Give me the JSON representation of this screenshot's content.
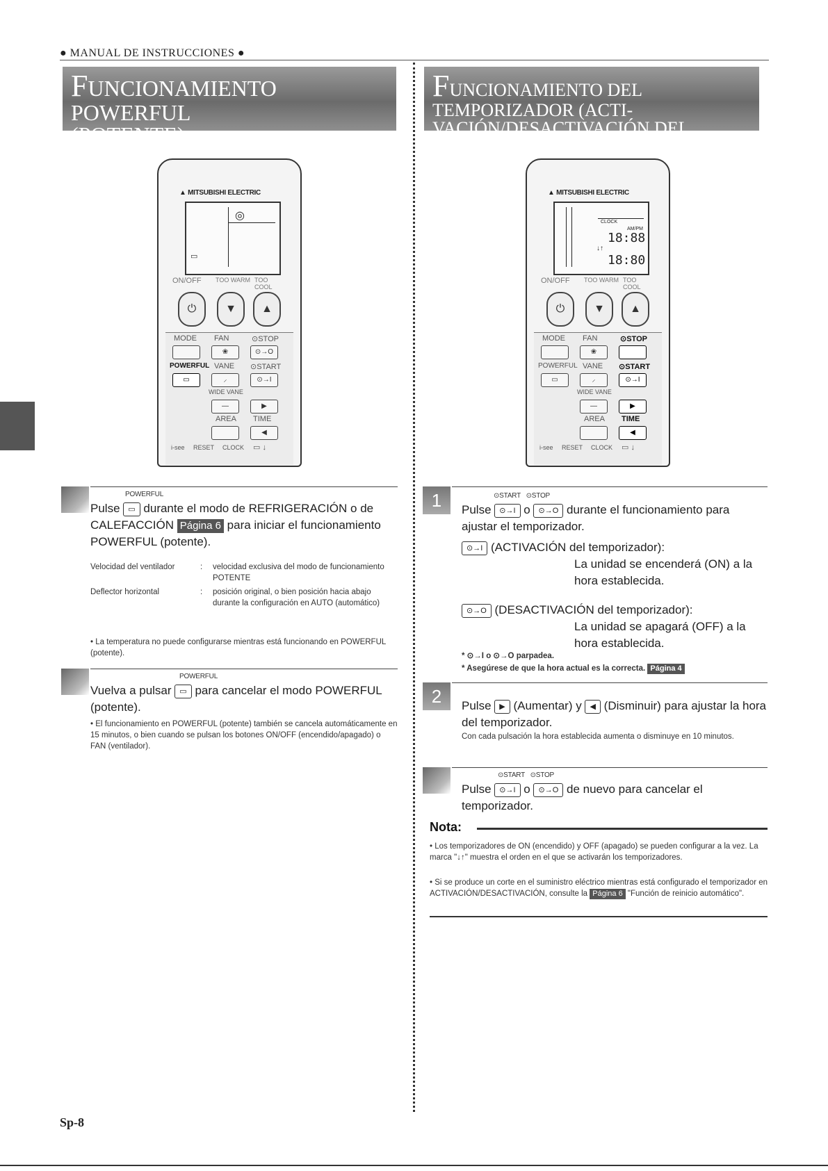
{
  "header": "● MANUAL DE INSTRUCCIONES ●",
  "page_number": "Sp-8",
  "left": {
    "banner": {
      "big": "F",
      "line1": "UNCIONAMIENTO POWERFUL",
      "line2": "(POTENTE)"
    },
    "step1": {
      "btn_label": "POWERFUL",
      "pre": "Pulse",
      "mid": "durante el modo de REFRIGERACIÓN o de CALEFACCIÓN",
      "page_ref": "Página 6",
      "post": "para iniciar el funcionamiento POWERFUL (potente).",
      "table": [
        {
          "key": "Velocidad del ventilador",
          "value": "velocidad exclusiva del modo de funcionamiento POTENTE"
        },
        {
          "key": "Deflector horizontal",
          "value": "posición original, o bien posición hacia abajo durante la configuración en AUTO (automático)"
        }
      ],
      "note": "• La temperatura no puede configurarse mientras está funcionando en POWERFUL (potente)."
    },
    "step2": {
      "btn_label": "POWERFUL",
      "pre": "Vuelva a pulsar",
      "post": "para cancelar el modo POWERFUL (potente).",
      "note": "• El funcionamiento en POWERFUL (potente) también se cancela automáticamente en 15 minutos, o bien cuando se pulsan los botones ON/OFF (encendido/apagado) o FAN (ventilador)."
    }
  },
  "right": {
    "banner": {
      "big": "F",
      "line1": "UNCIONAMIENTO DEL TEMPORIZADOR (ACTI-",
      "line2": "VACIÓN/DESACTIVACIÓN DEL TEMPORIZADOR)"
    },
    "step1": {
      "num": "1",
      "labels": "⊙START   ⊙STOP",
      "pre": "Pulse",
      "or": "o",
      "post": "durante el funcionamiento para ajustar el temporizador.",
      "start_label": "(ACTIVACIÓN del temporizador):",
      "start_desc": "La unidad se encenderá (ON) a la hora establecida.",
      "stop_label": "(DESACTIVACIÓN del temporizador):",
      "stop_desc": "La unidad se apagará (OFF) a la hora establecida.",
      "blink": "* ⊙→I o ⊙→O parpadea.",
      "ensure": "* Asegúrese de que la hora actual es la correcta.",
      "ensure_ref": "Página 4"
    },
    "step2": {
      "num": "2",
      "text_pre": "Pulse",
      "up": "(Aumentar) y",
      "down": "(Disminuir) para ajustar la hora del temporizador.",
      "note": "Con cada pulsación la hora establecida aumenta o disminuye en 10 minutos."
    },
    "step3": {
      "labels": "⊙START   ⊙STOP",
      "pre": "Pulse",
      "or": "o",
      "post": "de nuevo para cancelar el temporizador."
    },
    "nota": {
      "title": "Nota:",
      "items": [
        "Los temporizadores de ON (encendido) y OFF (apagado) se pueden configurar a la vez. La marca \"↓↑\" muestra el orden en el que se activarán los temporizadores.",
        "Si se produce un corte en el suministro eléctrico mientras está configurado el temporizador en ACTIVACIÓN/DESACTIVACIÓN, consulte la"
      ],
      "ref": "Página 6",
      "ref_tail": "\"Función de reinicio automático\"."
    }
  },
  "remote": {
    "brand": "MITSUBISHI ELECTRIC",
    "onoff": "ON/OFF",
    "too_warm": "TOO WARM",
    "too_cool": "TOO COOL",
    "mode": "MODE",
    "fan": "FAN",
    "stop": "⊙STOP",
    "powerful": "POWERFUL",
    "vane": "VANE",
    "start": "⊙START",
    "wide_vane": "WIDE VANE",
    "area": "AREA",
    "time": "TIME",
    "isee": "i-see",
    "reset": "RESET",
    "clock": "CLOCK",
    "clock_disp": "CLOCK",
    "time1": "18:88",
    "time2": "18:80",
    "ampm": "AM/PM",
    "stop_key": "⊙→O",
    "start_key": "⊙→I",
    "up": "▶",
    "down": "◀"
  }
}
